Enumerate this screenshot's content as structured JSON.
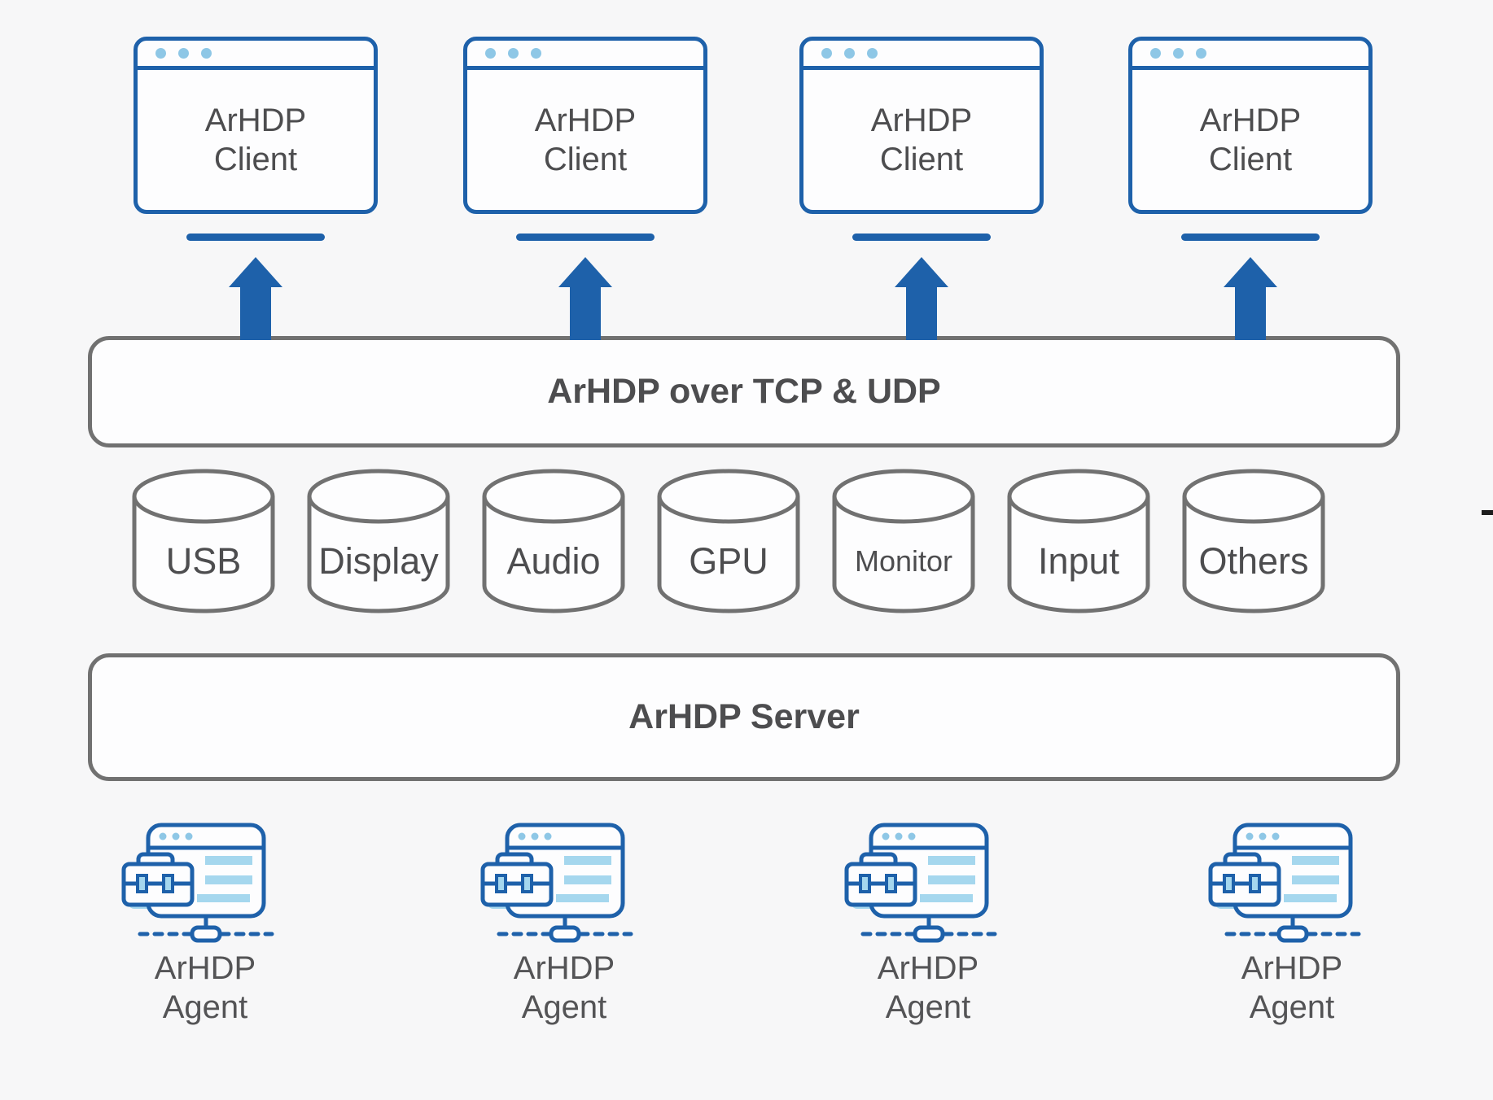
{
  "colors": {
    "background": "#f7f7f8",
    "primary_blue": "#1e61aa",
    "light_blue": "#8ec7e6",
    "agent_light_blue": "#a5d7ee",
    "gray_stroke": "#717171",
    "text": "#4d4d4f",
    "panel_fill": "#fdfdfe"
  },
  "clients": {
    "items": [
      {
        "label": "ArHDP\nClient"
      },
      {
        "label": "ArHDP\nClient"
      },
      {
        "label": "ArHDP\nClient"
      },
      {
        "label": "ArHDP\nClient"
      }
    ]
  },
  "transport_bar": {
    "label": "ArHDP over TCP & UDP"
  },
  "channels": {
    "items": [
      {
        "label": "USB"
      },
      {
        "label": "Display"
      },
      {
        "label": "Audio"
      },
      {
        "label": "GPU"
      },
      {
        "label": "Monitor"
      },
      {
        "label": "Input"
      },
      {
        "label": "Others"
      }
    ]
  },
  "server_bar": {
    "label": "ArHDP Server"
  },
  "agents": {
    "items": [
      {
        "label": "ArHDP\nAgent"
      },
      {
        "label": "ArHDP\nAgent"
      },
      {
        "label": "ArHDP\nAgent"
      },
      {
        "label": "ArHDP\nAgent"
      }
    ]
  }
}
